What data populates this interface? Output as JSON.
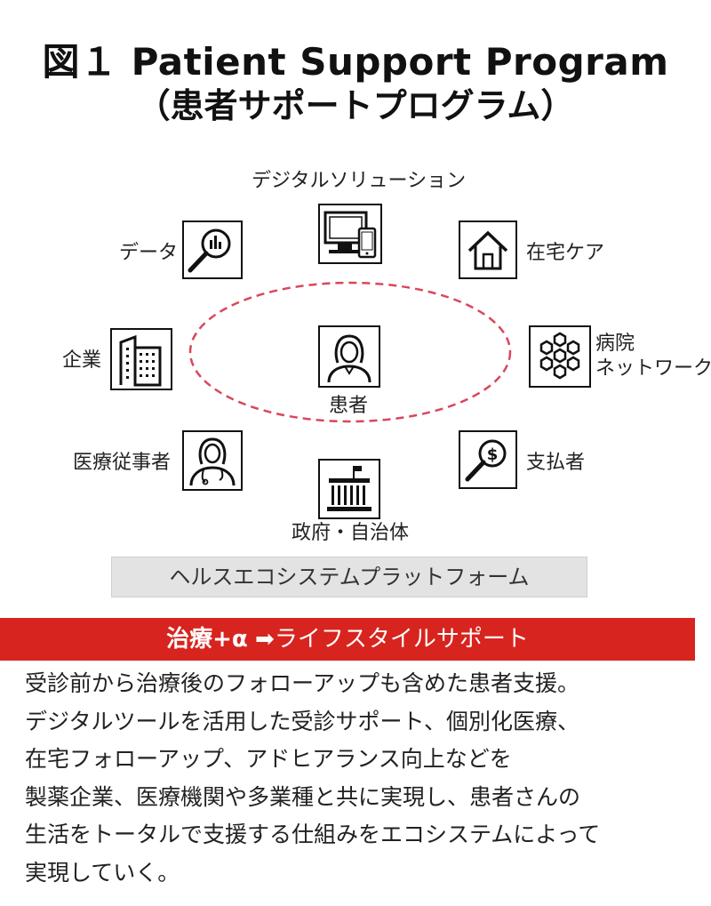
{
  "title_line1": "図１ Patient Support Program",
  "title_line2": "（患者サポートプログラム）",
  "nodes": {
    "digital": "デジタルソリューション",
    "data": "データ",
    "home_care": "在宅ケア",
    "company": "企業",
    "hospital_line1": "病院",
    "hospital_line2": "ネットワーク",
    "patient": "患者",
    "medical_staff": "医療従事者",
    "payer": "支払者",
    "government": "政府・自治体"
  },
  "platform_label": "ヘルスエコシステムプラットフォーム",
  "banner": {
    "bold": "治療+α",
    "arrow": "➡",
    "rest": "ライフスタイルサポート"
  },
  "body_lines": [
    "受診前から治療後のフォローアップも含めた患者支援。",
    "デジタルツールを活用した受診サポート、個別化医療、",
    "在宅フォローアップ、アドヒアランス向上などを",
    "製薬企業、医療機関や多業種と共に実現し、患者さんの",
    "生活をトータルで支援する仕組みをエコシステムによって",
    "実現していく。"
  ],
  "colors": {
    "accent_red": "#d7241e",
    "ellipse_dash": "#d9475a",
    "platform_bg": "#e3e3e3"
  },
  "icons": {
    "digital": "computer-tablet-icon",
    "data": "chart-magnifier-icon",
    "home_care": "house-icon",
    "company": "building-icon",
    "hospital": "hexagon-network-icon",
    "patient": "woman-avatar-icon",
    "medical_staff": "doctor-stethoscope-icon",
    "payer": "dollar-magnifier-icon",
    "government": "government-building-icon"
  }
}
